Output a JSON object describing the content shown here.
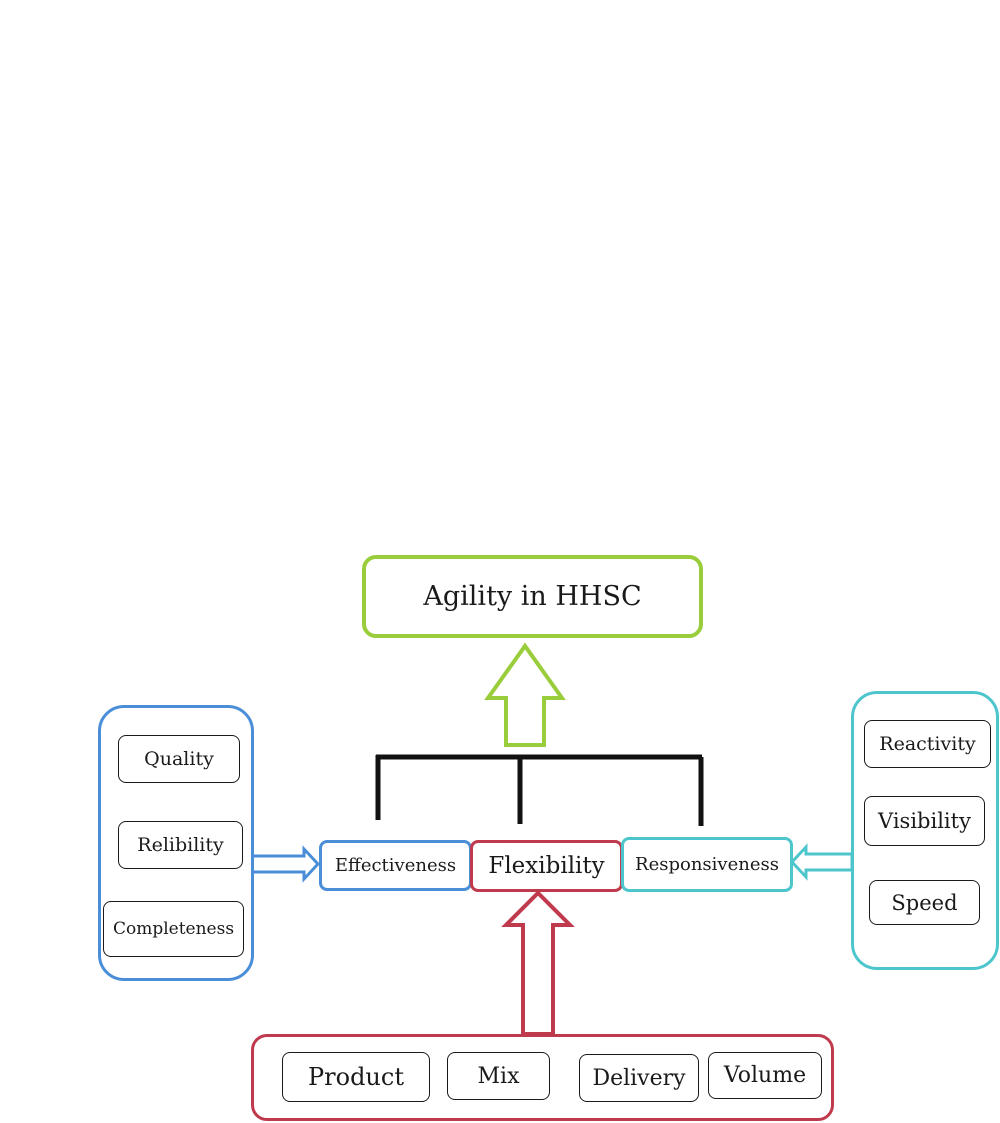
{
  "colors": {
    "title": "#9acd3c",
    "effectiveness": "#4a8ed8",
    "flexibility": "#c03a4e",
    "responsiveness": "#4cc6cc",
    "connector": "#111111"
  },
  "diagram": {
    "title": "Agility in HHSC",
    "dimensions": {
      "effectiveness": "Effectiveness",
      "flexibility": "Flexibility",
      "responsiveness": "Responsiveness"
    },
    "effectiveness_factors": [
      "Quality",
      "Relibility",
      "Completeness"
    ],
    "responsiveness_factors": [
      "Reactivity",
      "Visibility",
      "Speed"
    ],
    "flexibility_factors": [
      "Product",
      "Mix",
      "Delivery",
      "Volume"
    ]
  }
}
